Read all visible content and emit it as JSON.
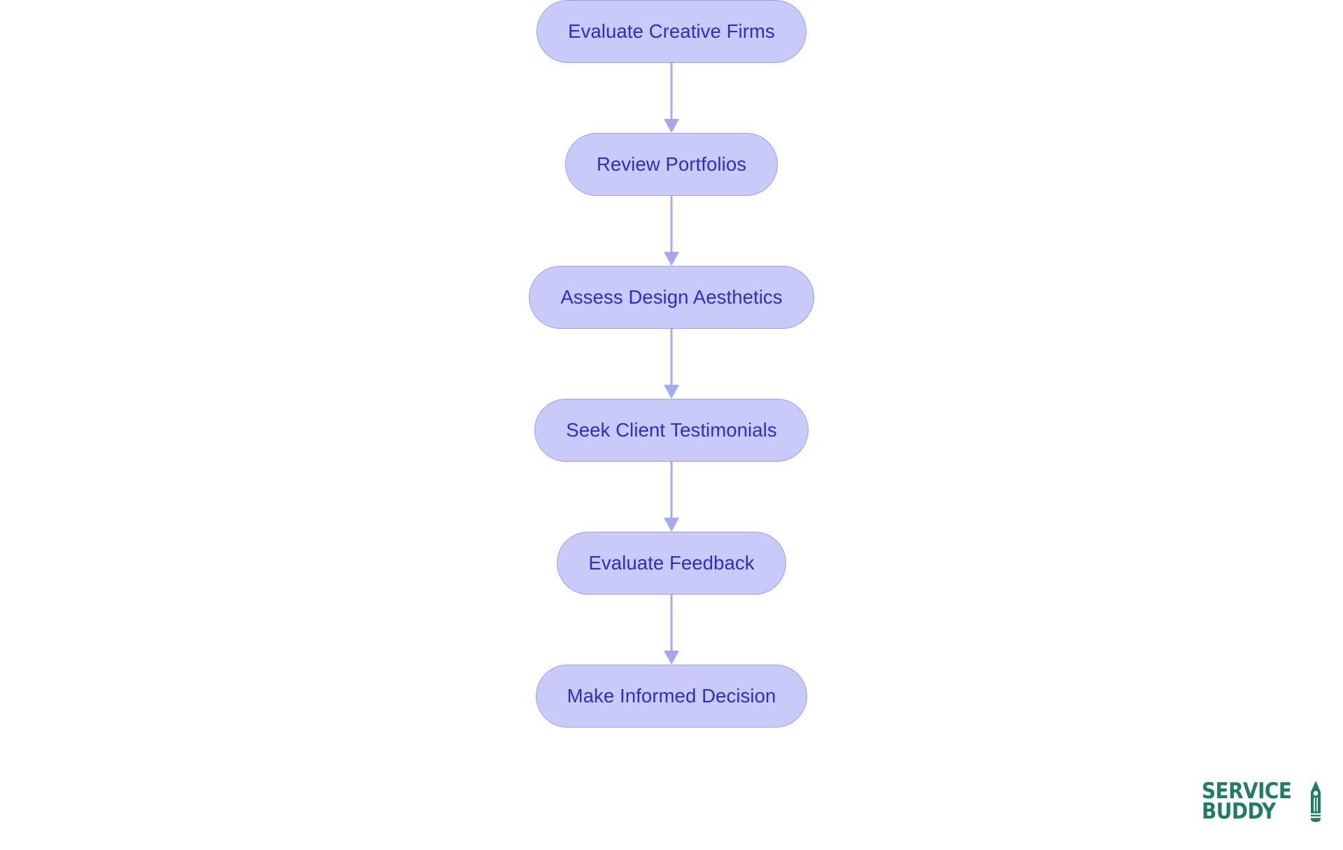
{
  "diagram": {
    "type": "flowchart",
    "orientation": "vertical",
    "background_color": "#ffffff",
    "node_fill": "#c8caf9",
    "node_border": "#9aa0ef",
    "node_text_color": "#2c2ccf",
    "connector_color": "#a3a8f2",
    "nodes": [
      {
        "id": "n1",
        "label": "Evaluate Creative Firms"
      },
      {
        "id": "n2",
        "label": "Review Portfolios"
      },
      {
        "id": "n3",
        "label": "Assess Design Aesthetics"
      },
      {
        "id": "n4",
        "label": "Seek Client Testimonials"
      },
      {
        "id": "n5",
        "label": "Evaluate Feedback"
      },
      {
        "id": "n6",
        "label": "Make Informed Decision"
      }
    ],
    "edges": [
      {
        "from": "n1",
        "to": "n2"
      },
      {
        "from": "n2",
        "to": "n3"
      },
      {
        "from": "n3",
        "to": "n4"
      },
      {
        "from": "n4",
        "to": "n5"
      },
      {
        "from": "n5",
        "to": "n6"
      }
    ]
  },
  "logo": {
    "line1": "SERVICE",
    "line2": "BUDDY",
    "color": "#1f7d64",
    "icon": "pencil-icon"
  }
}
